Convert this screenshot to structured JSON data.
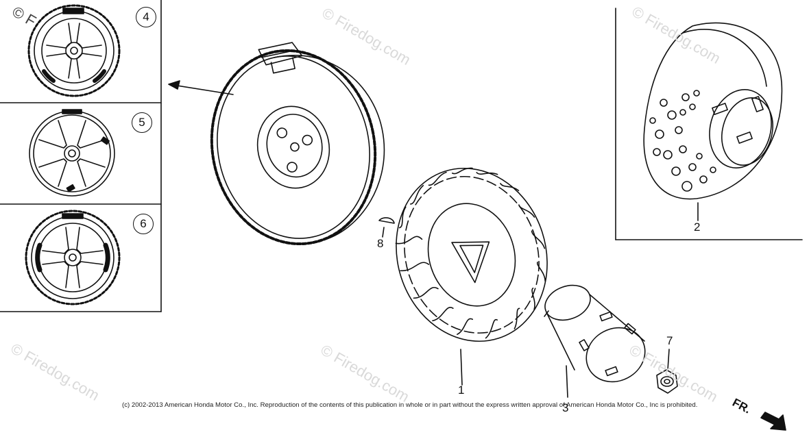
{
  "diagram": {
    "part_callouts": [
      "1",
      "2",
      "3",
      "7",
      "8"
    ],
    "variant_callouts": [
      "4",
      "5",
      "6"
    ],
    "direction_label": "FR.",
    "watermark_text": "© Firedog.com",
    "corner_watermark_mark": "© F",
    "copyright_notice": "(c) 2002-2013 American Honda Motor Co., Inc. Reproduction of the contents of this publication in whole or in part without the express written approval of American Honda Motor Co., Inc is prohibited."
  },
  "colors": {
    "line": "#111111",
    "watermark": "#d9d9d9",
    "background": "#ffffff"
  }
}
